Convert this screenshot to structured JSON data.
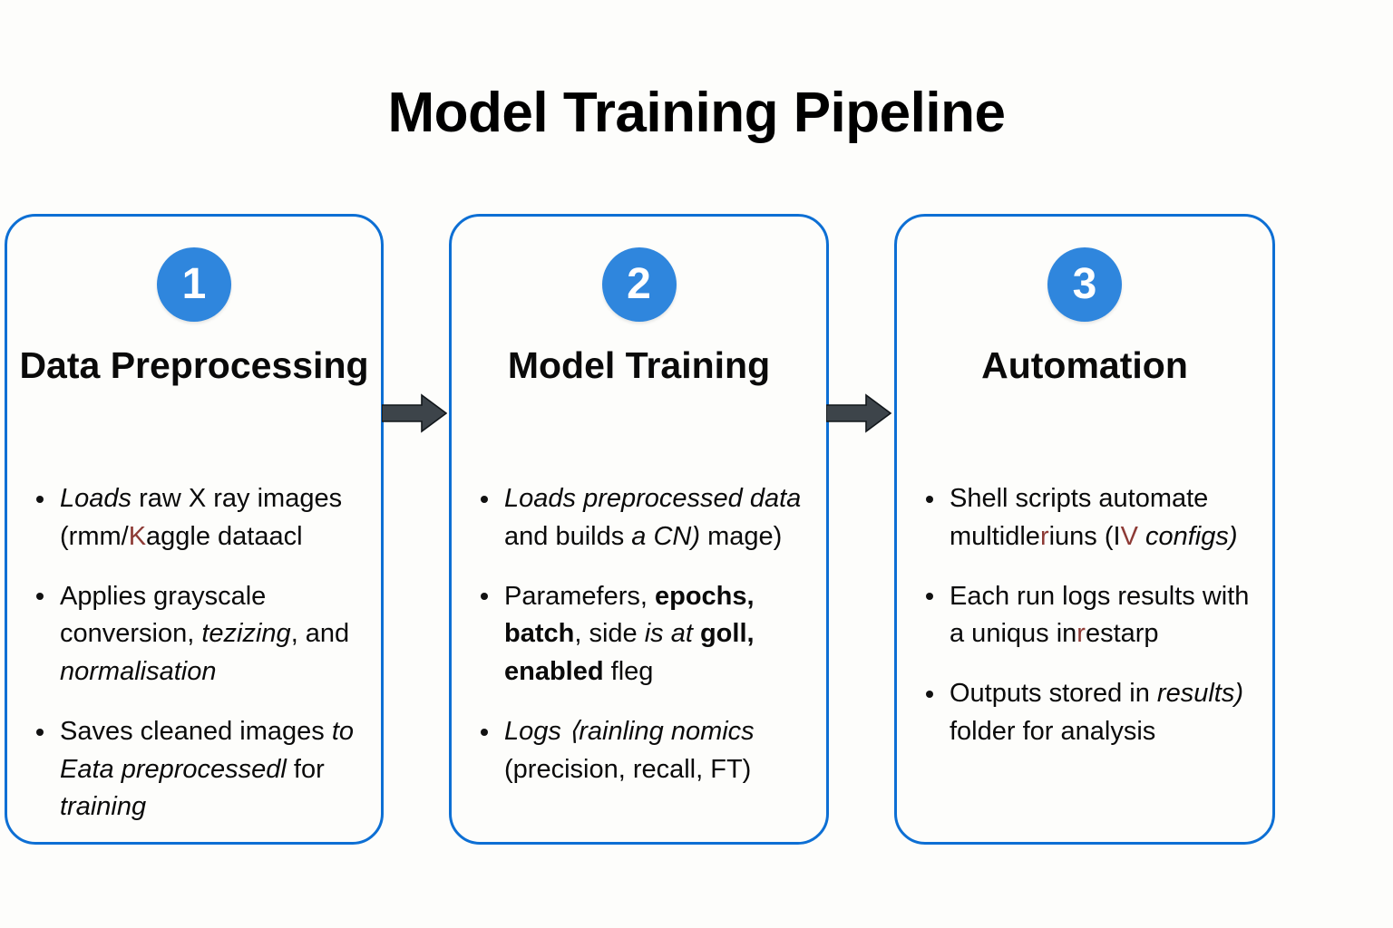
{
  "page": {
    "title": "Model Training Pipeline",
    "background_color": "#fdfdfb",
    "accent_color": "#0d6fd4",
    "badge_color": "#2f86dd",
    "arrow_color": "#3d444a",
    "text_color": "#0a0a0a"
  },
  "cards": [
    {
      "number": "1",
      "heading": "Data Preprocessing",
      "bullets": [
        {
          "segments": [
            {
              "text": "Loads ",
              "style": "italic"
            },
            {
              "text": "raw X ray images (rmm/",
              "style": "normal"
            },
            {
              "text": "K",
              "style": "glitch"
            },
            {
              "text": "aggle dataacl",
              "style": "normal"
            }
          ]
        },
        {
          "segments": [
            {
              "text": "Applies grayscale conversion, ",
              "style": "normal"
            },
            {
              "text": "tezizing",
              "style": "italic"
            },
            {
              "text": ", and ",
              "style": "normal"
            },
            {
              "text": "normalisation",
              "style": "italic"
            }
          ]
        },
        {
          "segments": [
            {
              "text": "Saves cleaned images ",
              "style": "normal"
            },
            {
              "text": "to Eata  preprocessedl",
              "style": "italic"
            },
            {
              "text": " for ",
              "style": "normal"
            },
            {
              "text": "training",
              "style": "italic"
            }
          ]
        }
      ]
    },
    {
      "number": "2",
      "heading": "Model Training",
      "bullets": [
        {
          "segments": [
            {
              "text": "Loads preprocessed data",
              "style": "italic"
            },
            {
              "text": " and builds ",
              "style": "normal"
            },
            {
              "text": "a CN)",
              "style": "italic"
            },
            {
              "text": " mage)",
              "style": "normal"
            }
          ]
        },
        {
          "segments": [
            {
              "text": "Paramefers, ",
              "style": "normal"
            },
            {
              "text": "epochs, batch",
              "style": "bold"
            },
            {
              "text": ", side ",
              "style": "normal"
            },
            {
              "text": "is at",
              "style": "italic"
            },
            {
              "text": " ",
              "style": "normal"
            },
            {
              "text": "goll, enabled",
              "style": "bold"
            },
            {
              "text": " fleg",
              "style": "normal"
            }
          ]
        },
        {
          "segments": [
            {
              "text": "Logs ⟨rainling nomics",
              "style": "italic"
            },
            {
              "text": " (precision, recall, FT)",
              "style": "normal"
            }
          ]
        }
      ]
    },
    {
      "number": "3",
      "heading": "Automation",
      "bullets": [
        {
          "segments": [
            {
              "text": "Shell scripts automate multidle",
              "style": "normal"
            },
            {
              "text": "r",
              "style": "glitch"
            },
            {
              "text": "iuns (I",
              "style": "normal"
            },
            {
              "text": "V",
              "style": "glitch"
            },
            {
              "text": " configs)",
              "style": "italic"
            }
          ]
        },
        {
          "segments": [
            {
              "text": "Each run logs results with a uniqus in",
              "style": "normal"
            },
            {
              "text": "r",
              "style": "glitch"
            },
            {
              "text": "estarp",
              "style": "normal"
            }
          ]
        },
        {
          "segments": [
            {
              "text": "Outputs stored in ",
              "style": "normal"
            },
            {
              "text": "results)",
              "style": "italic"
            },
            {
              "text": " folder for analysis",
              "style": "normal"
            }
          ]
        }
      ]
    }
  ],
  "arrows": [
    {
      "name": "arrow-step1-to-step2",
      "direction": "right"
    },
    {
      "name": "arrow-step2-to-step3",
      "direction": "right"
    }
  ]
}
